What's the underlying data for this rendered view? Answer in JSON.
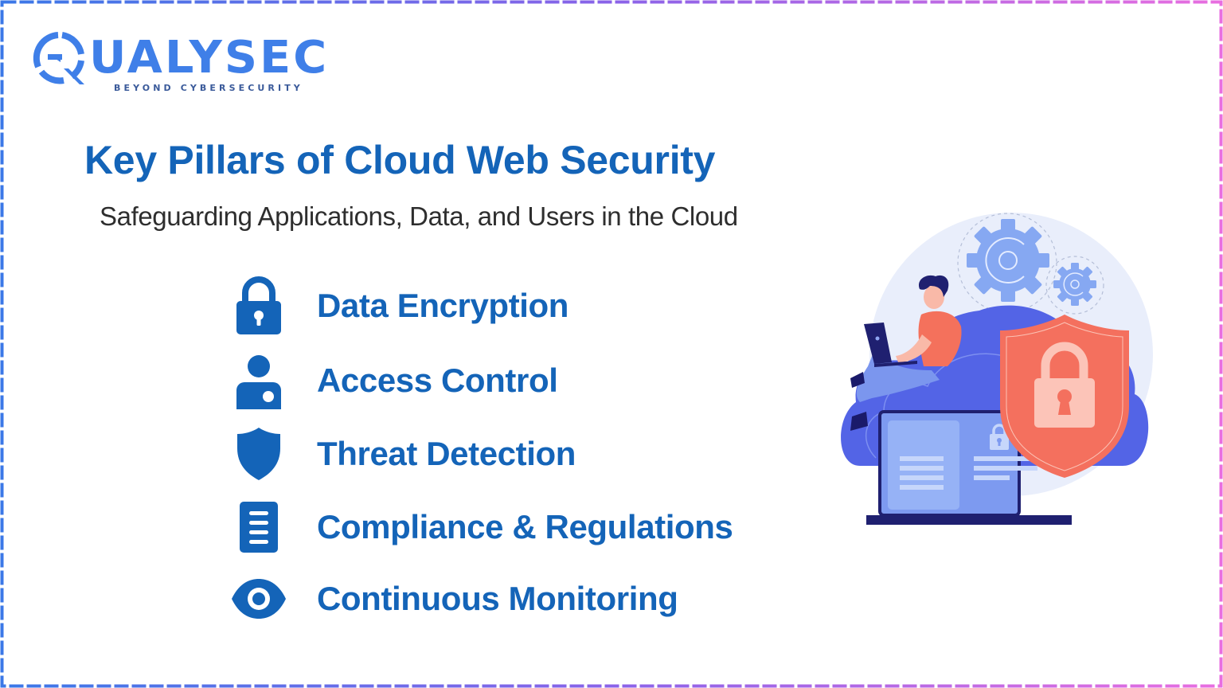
{
  "brand": {
    "name": "QUALYSEC",
    "name_rest": "UALYSEC",
    "tagline": "BEYOND CYBERSECURITY",
    "color": "#3f7fe8"
  },
  "header": {
    "title": "Key Pillars of Cloud Web Security",
    "subtitle": "Safeguarding Applications, Data, and Users in the Cloud"
  },
  "pillars": [
    {
      "icon": "padlock-icon",
      "label": "Data Encryption"
    },
    {
      "icon": "user-icon",
      "label": "Access Control"
    },
    {
      "icon": "shield-icon",
      "label": "Threat Detection"
    },
    {
      "icon": "document-icon",
      "label": "Compliance & Regulations"
    },
    {
      "icon": "eye-icon",
      "label": "Continuous Monitoring"
    }
  ],
  "colors": {
    "primary_blue": "#1464b8",
    "subtitle_text": "#2e2e2e",
    "border_start": "#3b78e7",
    "border_mid": "#8a63e8",
    "border_end": "#e86ee0",
    "cloud": "#5566e8",
    "shield": "#f4705e",
    "gear": "#8aaaf2",
    "laptop_screen": "#7d9af0",
    "laptop_base": "#1a1a7a"
  },
  "illustration": {
    "description": "person with laptop sitting on cloud, gears, red shield with padlock, laptop screen with lock"
  }
}
